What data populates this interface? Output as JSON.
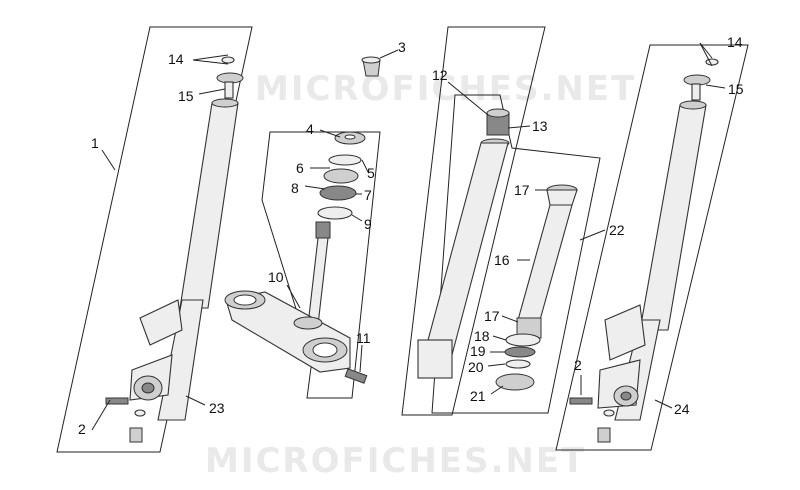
{
  "watermark": {
    "top": "MICROFICHES.NET",
    "bottom": "MICROFICHES.NET"
  },
  "callouts": {
    "c1": "1",
    "c2_left": "2",
    "c2_right": "2",
    "c3": "3",
    "c4": "4",
    "c5": "5",
    "c6": "6",
    "c7": "7",
    "c8": "8",
    "c9": "9",
    "c10": "10",
    "c11": "11",
    "c12": "12",
    "c13": "13",
    "c14_left": "14",
    "c14_right": "14",
    "c15_left": "15",
    "c15_right": "15",
    "c16": "16",
    "c17_top": "17",
    "c17_mid": "17",
    "c18": "18",
    "c19": "19",
    "c20": "20",
    "c21": "21",
    "c22": "22",
    "c23": "23",
    "c24": "24"
  }
}
